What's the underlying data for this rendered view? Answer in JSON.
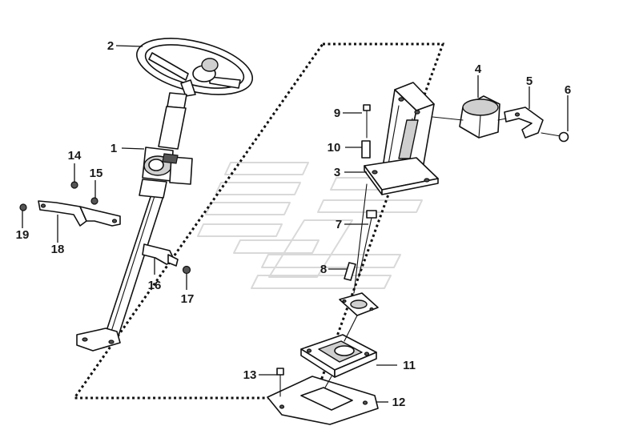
{
  "diagram": {
    "callouts": [
      {
        "id": "1",
        "text": "1"
      },
      {
        "id": "2",
        "text": "2"
      },
      {
        "id": "3",
        "text": "3"
      },
      {
        "id": "4",
        "text": "4"
      },
      {
        "id": "5",
        "text": "5"
      },
      {
        "id": "6",
        "text": "6"
      },
      {
        "id": "7",
        "text": "7"
      },
      {
        "id": "8",
        "text": "8"
      },
      {
        "id": "9",
        "text": "9"
      },
      {
        "id": "10",
        "text": "10"
      },
      {
        "id": "11",
        "text": "11"
      },
      {
        "id": "12",
        "text": "12"
      },
      {
        "id": "13",
        "text": "13"
      },
      {
        "id": "14",
        "text": "14"
      },
      {
        "id": "15",
        "text": "15"
      },
      {
        "id": "16",
        "text": "16"
      },
      {
        "id": "17",
        "text": "17"
      },
      {
        "id": "18",
        "text": "18"
      },
      {
        "id": "19",
        "text": "19"
      }
    ],
    "colors": {
      "line": "#111111",
      "fill": "#ffffff",
      "shade": "#cfcfcf",
      "watermark": "#d9d9d9"
    }
  }
}
